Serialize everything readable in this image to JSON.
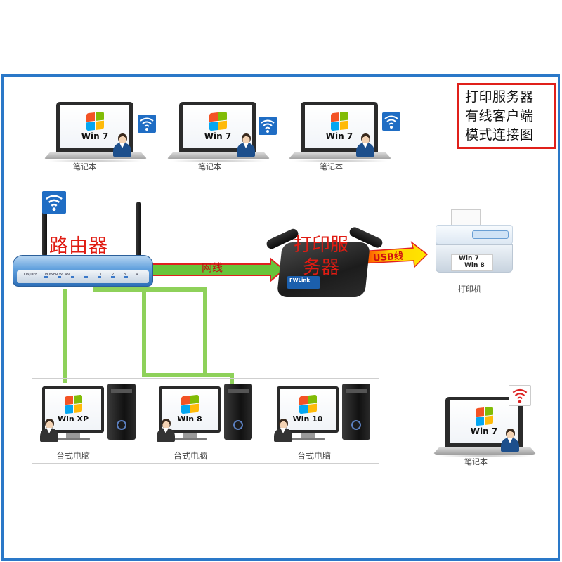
{
  "title_box": {
    "line1": "打印服务器",
    "line2": "有线客户端",
    "line3": "模式连接图"
  },
  "laptops_top": [
    {
      "os": "Win 7",
      "label": "笔记本"
    },
    {
      "os": "Win 7",
      "label": "笔记本"
    },
    {
      "os": "Win 7",
      "label": "笔记本"
    }
  ],
  "laptop_right": {
    "os": "Win 7",
    "label": "笔记本"
  },
  "router": {
    "title": "路由器",
    "front_labels": [
      "ON/OFF",
      "POWER",
      "WLAN",
      "1",
      "2",
      "3",
      "4"
    ]
  },
  "print_server": {
    "title": "打印服务器",
    "logo": "FWLink"
  },
  "printer": {
    "label": "打印机",
    "paper_text1": "Win 7",
    "paper_text2": "Win 8"
  },
  "cable_label": "网线",
  "usb_label": "USB线",
  "desktops": [
    {
      "os": "Win XP",
      "label": "台式电脑"
    },
    {
      "os": "Win 8",
      "label": "台式电脑"
    },
    {
      "os": "Win 10",
      "label": "台式电脑"
    }
  ],
  "colors": {
    "frame": "#2a78c8",
    "accent_red": "#e01b12",
    "cable_green": "#8ed15a",
    "arrow_yellow": "#f5e400"
  },
  "icons": [
    "windows-logo-icon",
    "wifi-icon",
    "user-icon"
  ]
}
